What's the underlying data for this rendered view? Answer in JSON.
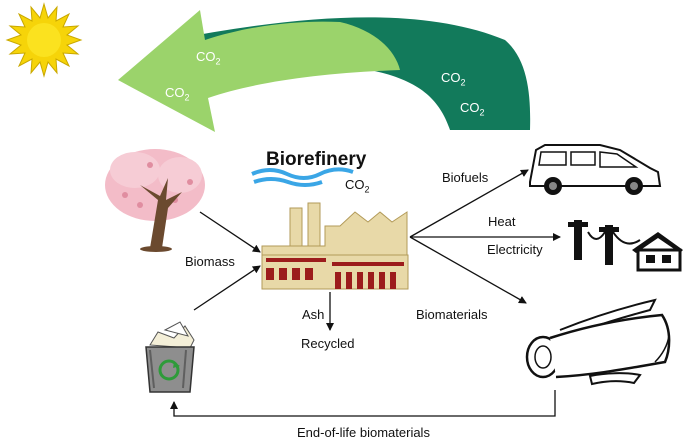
{
  "diagram": {
    "title": "Biorefinery",
    "co2": {
      "main": "CO",
      "sub": "2"
    },
    "labels": {
      "biomass": "Biomass",
      "biofuels": "Biofuels",
      "heat": "Heat",
      "electricity": "Electricity",
      "biomaterials": "Biomaterials",
      "ash": "Ash",
      "recycled": "Recycled",
      "end_of_life": "End-of-life biomaterials"
    },
    "icons": {
      "sun": "sun-icon",
      "tree": "tree-icon",
      "recycle_bin": "recycle-bin-icon",
      "factory": "factory-icon",
      "car": "car-icon",
      "power_house": "power-house-icon",
      "rolls": "material-rolls-icon"
    },
    "colors": {
      "light_green": "#9bd36b",
      "dark_green": "#127a5b",
      "sun": "#f6d409",
      "factory": "#e8d9a8",
      "factory_detail": "#9c1c1c",
      "smoke": "#3aa6e6",
      "blossom": "#f3bcc8",
      "trunk": "#6b4a2f"
    }
  }
}
